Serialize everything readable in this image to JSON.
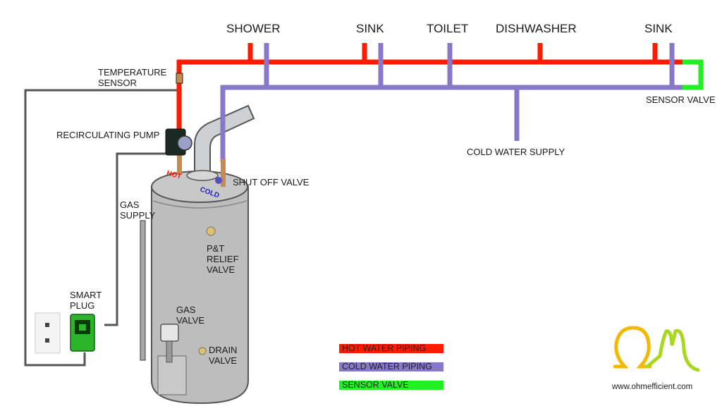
{
  "colors": {
    "hot": "#ff1a00",
    "cold": "#8878c8",
    "sensor": "#22f022",
    "wire": "#555555",
    "tank": "#b8b8b8"
  },
  "fixtures": [
    "SHOWER",
    "SINK",
    "TOILET",
    "DISHWASHER",
    "SINK"
  ],
  "labels": {
    "temperature_sensor": "TEMPERATURE\nSENSOR",
    "recirculating_pump": "RECIRCULATING PUMP",
    "shut_off_valve": "SHUT OFF VALVE",
    "gas_supply": "GAS\nSUPPLY",
    "pt_relief_valve": "P&T\nRELIEF\nVALVE",
    "smart_plug": "SMART\nPLUG",
    "gas_valve": "GAS\nVALVE",
    "drain_valve": "DRAIN\nVALVE",
    "cold_water_supply": "COLD WATER SUPPLY",
    "sensor_valve": "SENSOR VALVE",
    "hot_tag": "HOT",
    "cold_tag": "COLD"
  },
  "legend": [
    {
      "label": "HOT WATER PIPING",
      "color": "#ff1a00"
    },
    {
      "label": "COLD WATER PIPING",
      "color": "#8878c8"
    },
    {
      "label": "SENSOR VALVE",
      "color": "#22f022"
    }
  ],
  "branding": {
    "website": "www.ohmefficient.com"
  }
}
